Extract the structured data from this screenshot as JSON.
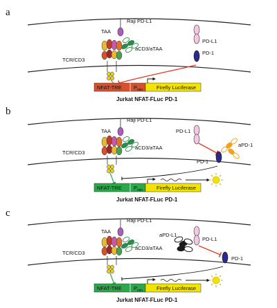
{
  "colors": {
    "nfat_inactive": "#d9502a",
    "nfat_active": "#2aa84a",
    "luciferase": "#f3e400",
    "inhibit": "#e23b22",
    "activate": "#2aa84a",
    "pd1_dark": "#2a2a8a",
    "pdl1_pink": "#f4c8e0",
    "taa_purple": "#b05bc0",
    "anti_green": "#2d8a4a",
    "apd1_orange": "#f3a21e",
    "apdl1_black": "#1a1a1a",
    "light_burst": "#f3e400"
  },
  "panels": [
    {
      "id": "a",
      "letter": "a",
      "top_label": "Raji PD-L1",
      "taa": "TAA",
      "tcr": "TCR/CD3",
      "acd3": "aCD3/aTAA",
      "pdl1": "PD-L1",
      "pd1": "PD-1",
      "nfat": "NFAT-TRE",
      "pmin": "P",
      "pmin_sub": "min",
      "luc": "Firefly Luciferase",
      "bottom_label": "Jurkat NFAT-FLuc PD-1"
    },
    {
      "id": "b",
      "letter": "b",
      "top_label": "Raji PD-L1",
      "taa": "TAA",
      "tcr": "TCR/CD3",
      "acd3": "aCD3/aTAA",
      "pdl1": "PD-L1",
      "pd1": "PD-1",
      "apd1": "aPD-1",
      "nfat": "NFAT-TRE",
      "pmin": "P",
      "pmin_sub": "min",
      "luc": "Firefly Luciferase",
      "bottom_label": "Jurkat NFAT-FLuc PD-1"
    },
    {
      "id": "c",
      "letter": "c",
      "top_label": "Raji PD-L1",
      "taa": "TAA",
      "tcr": "TCR/CD3",
      "acd3": "aCD3/aTAA",
      "pdl1": "PD-L1",
      "pd1": "PD-1",
      "apdl1": "aPD-L1",
      "nfat": "NFAT-TRE",
      "pmin": "P",
      "pmin_sub": "min",
      "luc": "Firefly Luciferase",
      "bottom_label": "Jurkat NFAT-FLuc PD-1"
    }
  ]
}
